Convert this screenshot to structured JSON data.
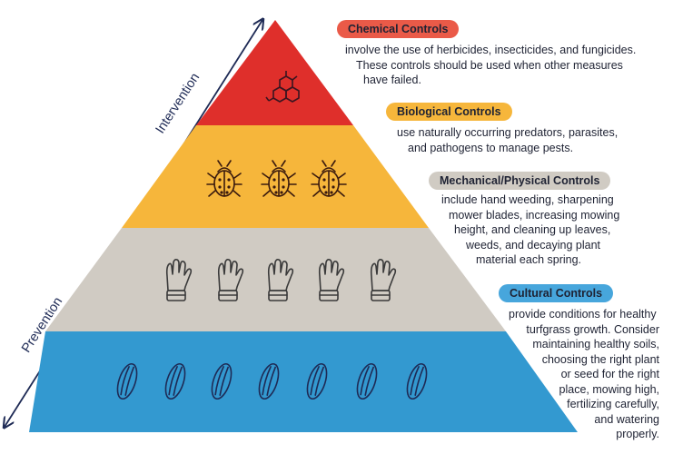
{
  "axis": {
    "top_label": "Intervention",
    "bottom_label": "Prevention"
  },
  "colors": {
    "chemical": "#df2f2b",
    "biological": "#f6b63b",
    "mechanical": "#d0cbc3",
    "cultural": "#3399d0",
    "outline": "#1e2a55"
  },
  "tiers": {
    "chemical": {
      "title": "Chemical Controls",
      "pill_color": "#ea5a48",
      "icon": "molecule-icon",
      "lines": [
        "involve the use of herbicides, insecticides, and fungicides.",
        "These controls should be used when other measures",
        "have failed."
      ]
    },
    "biological": {
      "title": "Biological Controls",
      "pill_color": "#f6b63b",
      "icon": "ladybug-icon",
      "lines": [
        "use naturally occurring predators, parasites,",
        "and pathogens to manage pests."
      ]
    },
    "mechanical": {
      "title": "Mechanical/Physical Controls",
      "pill_color": "#d0cbc3",
      "icon": "glove-icon",
      "lines": [
        "include hand weeding, sharpening",
        "mower blades, increasing mowing",
        "height, and cleaning up leaves,",
        "weeds, and decaying plant",
        "material each spring."
      ]
    },
    "cultural": {
      "title": "Cultural Controls",
      "pill_color": "#47a6dc",
      "icon": "seed-icon",
      "lines": [
        "provide conditions for healthy",
        "turfgrass growth. Consider",
        "maintaining healthy soils,",
        "choosing the right plant",
        "or seed for the right",
        "place, mowing high,",
        "fertilizing carefully,",
        "and watering",
        "properly."
      ]
    }
  }
}
